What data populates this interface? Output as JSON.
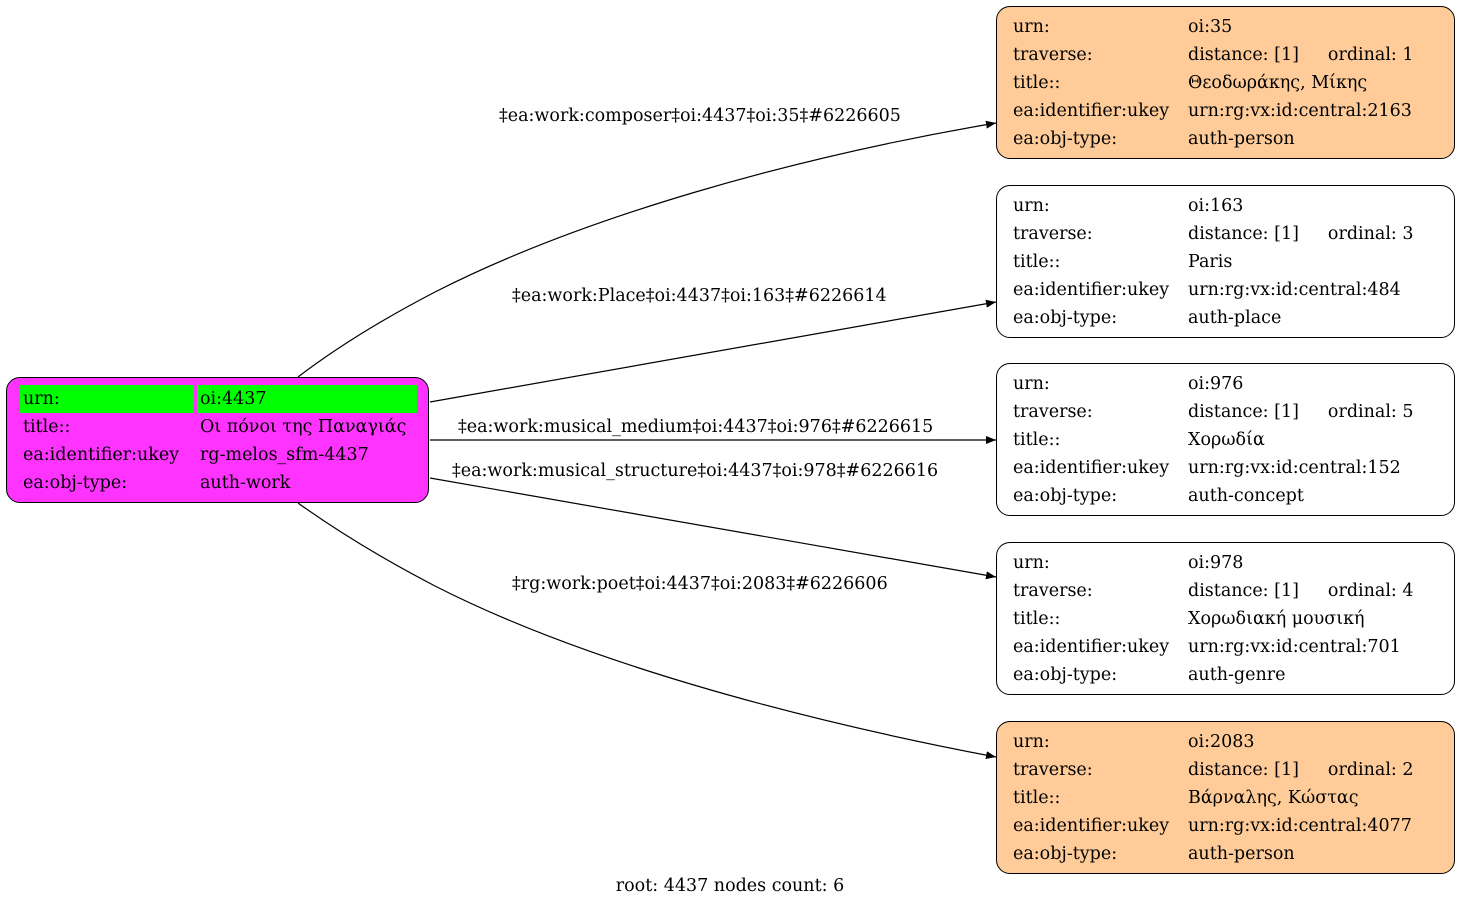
{
  "root": {
    "fill": "#ff33ff",
    "highlight": "#00ff00",
    "rows": [
      {
        "key": "urn:",
        "value": "oi:4437"
      },
      {
        "key": "title::",
        "value": "Οι πόνοι της Παναγιάς"
      },
      {
        "key": "ea:identifier:ukey",
        "value": "rg-melos_sfm-4437"
      },
      {
        "key": "ea:obj-type:",
        "value": "auth-work"
      }
    ]
  },
  "nodes": [
    {
      "fill": "#ffcc99",
      "urn": "oi:35",
      "distance": "distance: [1]",
      "ordinal": "ordinal: 1",
      "title": "Θεοδωράκης, Μίκης",
      "ukey": "urn:rg:vx:id:central:2163",
      "objtype": "auth-person"
    },
    {
      "fill": "#ffffff",
      "urn": "oi:163",
      "distance": "distance: [1]",
      "ordinal": "ordinal: 3",
      "title": "Paris",
      "ukey": "urn:rg:vx:id:central:484",
      "objtype": "auth-place"
    },
    {
      "fill": "#ffffff",
      "urn": "oi:976",
      "distance": "distance: [1]",
      "ordinal": "ordinal: 5",
      "title": "Χορωδία",
      "ukey": "urn:rg:vx:id:central:152",
      "objtype": "auth-concept"
    },
    {
      "fill": "#ffffff",
      "urn": "oi:978",
      "distance": "distance: [1]",
      "ordinal": "ordinal: 4",
      "title": "Χορωδιακή μουσική",
      "ukey": "urn:rg:vx:id:central:701",
      "objtype": "auth-genre"
    },
    {
      "fill": "#ffcc99",
      "urn": "oi:2083",
      "distance": "distance: [1]",
      "ordinal": "ordinal: 2",
      "title": "Βάρναλης, Κώστας",
      "ukey": "urn:rg:vx:id:central:4077",
      "objtype": "auth-person"
    }
  ],
  "labels": {
    "urn": "urn:",
    "traverse": "traverse:",
    "title": "title::",
    "ukey": "ea:identifier:ukey",
    "objtype": "ea:obj-type:"
  },
  "edges": [
    {
      "label": "‡ea:work:composer‡oi:4437‡oi:35‡#6226605",
      "target": 0
    },
    {
      "label": "‡ea:work:Place‡oi:4437‡oi:163‡#6226614",
      "target": 1
    },
    {
      "label": "‡ea:work:musical_medium‡oi:4437‡oi:976‡#6226615",
      "target": 2
    },
    {
      "label": "‡ea:work:musical_structure‡oi:4437‡oi:978‡#6226616",
      "target": 3
    },
    {
      "label": "‡rg:work:poet‡oi:4437‡oi:2083‡#6226606",
      "target": 4
    }
  ],
  "footer": "root: 4437 nodes count: 6"
}
